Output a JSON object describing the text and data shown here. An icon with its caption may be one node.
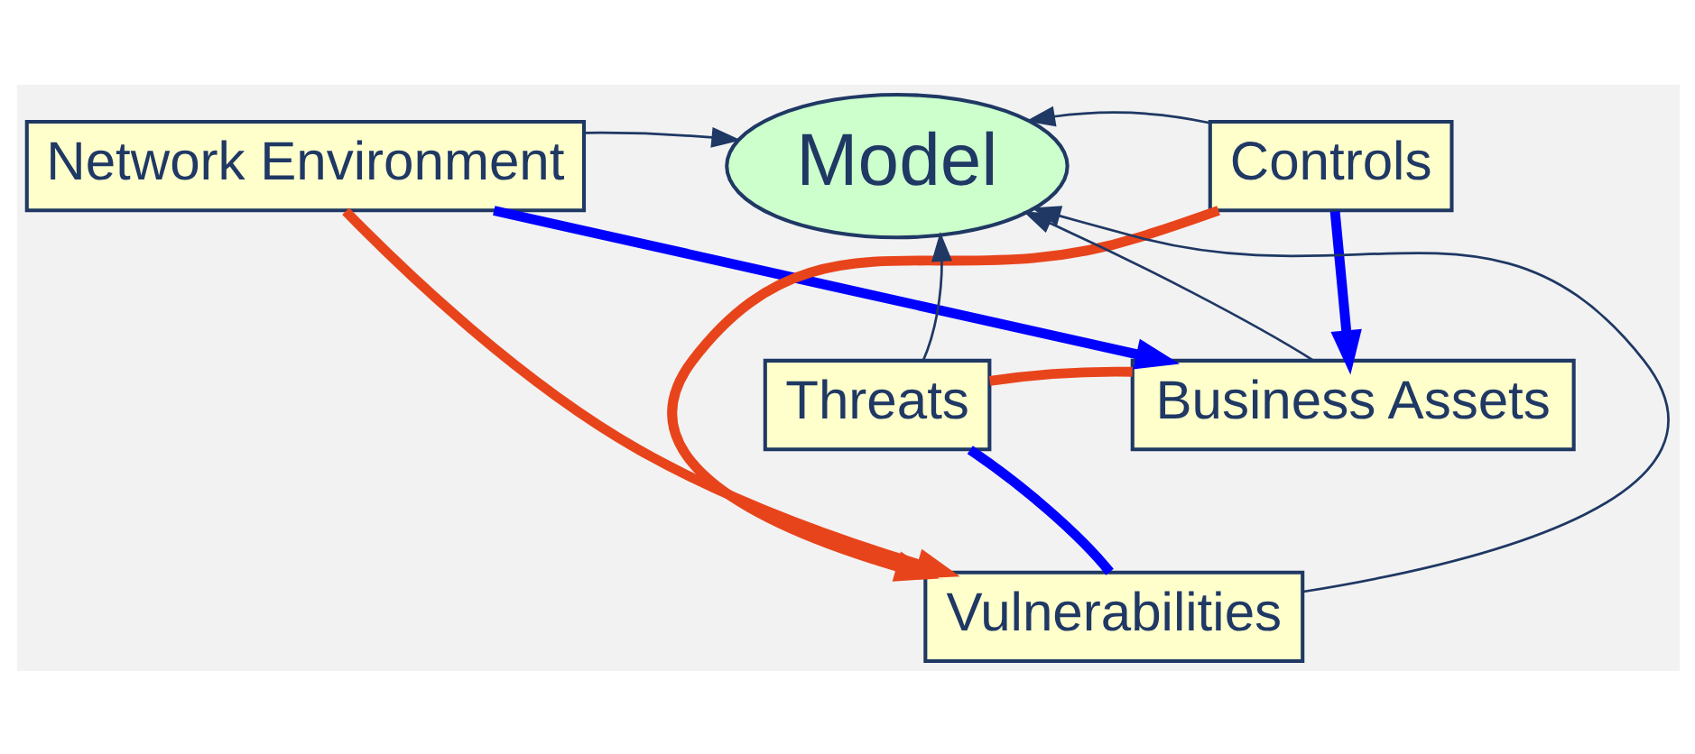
{
  "diagram": {
    "nodes": [
      {
        "text": [
          "Network Environment"
        ]
      },
      {
        "text": [
          "Model"
        ]
      },
      {
        "text": [
          "Controls"
        ]
      },
      {
        "text": [
          "Threats"
        ]
      },
      {
        "text": [
          "Business Assets"
        ]
      },
      {
        "text": [
          "Vulnerabilities"
        ]
      }
    ],
    "edges": [
      {
        "from": 0,
        "to": 1,
        "arrow": "to"
      },
      {
        "from": 2,
        "to": 1,
        "arrow": "to"
      },
      {
        "from": 3,
        "to": 1,
        "arrow": "to"
      },
      {
        "from": 4,
        "to": 1,
        "arrow": "to"
      },
      {
        "from": 5,
        "to": 1,
        "arrow": "to"
      },
      {
        "from": 0,
        "to": 5,
        "arrow": "to",
        "color": "#e8441c"
      },
      {
        "from": 2,
        "to": 5,
        "arrow": "to",
        "color": "#e8441c"
      },
      {
        "from": 3,
        "to": 4,
        "arrow": "none",
        "color": "#e8441c"
      },
      {
        "from": 0,
        "to": 4,
        "arrow": "to",
        "color": "#0000ff"
      },
      {
        "from": 2,
        "to": 4,
        "arrow": "to",
        "color": "#0000ff"
      },
      {
        "from": 3,
        "to": 5,
        "arrow": "none",
        "color": "#0000ff"
      }
    ]
  }
}
